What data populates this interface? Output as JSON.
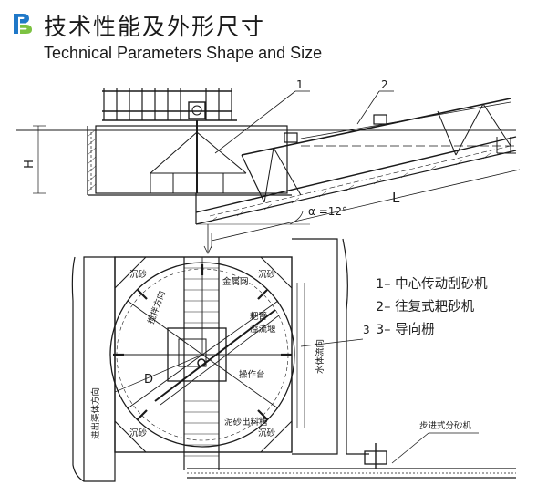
{
  "header": {
    "title_cn": "技术性能及外形尺寸",
    "title_en": "Technical Parameters Shape and Size"
  },
  "colors": {
    "logo_blue": "#1f78c8",
    "logo_green": "#7cc242",
    "line": "#1a1a1a"
  },
  "elevation": {
    "callout_1": "1",
    "callout_2": "2",
    "dim_H": "H",
    "dim_L": "L",
    "angle": "α =12°"
  },
  "plan": {
    "callout_3": "3",
    "dim_D": "D",
    "labels": {
      "corner_tl": "沉砂",
      "corner_tr": "沉砂",
      "corner_bl": "沉砂",
      "corner_br": "沉砂",
      "stir_direction": "搅拌方向",
      "metal_mesh": "金属网",
      "rake_arm": "耙臂",
      "overflow_weir": "溢流堰",
      "operating_platform": "操作台",
      "sand_outlet": "泥砂出料槽",
      "water_flow": "水体流向",
      "inlet_channel": "进出渠体方向",
      "separator": "步进式分砂机"
    }
  },
  "legend": {
    "items": [
      "1– 中心传动刮砂机",
      "2– 往复式耙砂机",
      "3– 导向栅"
    ]
  }
}
